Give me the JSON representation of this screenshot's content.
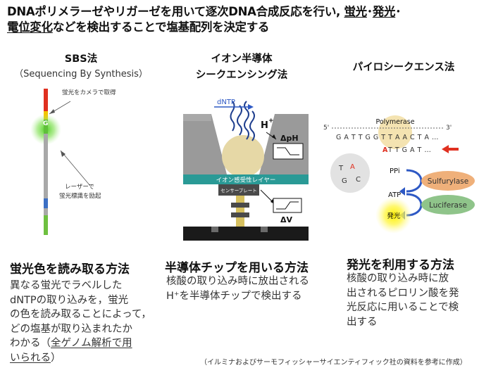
{
  "title": {
    "part1": "DNAポリメラーゼやリガーゼを用いて逐次DNA合成反応を行い,",
    "kw1": "蛍光",
    "sep1": "･",
    "kw2": "発光",
    "sep2": "･",
    "kw3": "電位変化",
    "part2": "などを検出することで塩基配列を決定する"
  },
  "sbs": {
    "heading": "SBS法",
    "subheading": "（Sequencing By Synthesis）",
    "label_camera": "蛍光をカメラで取得",
    "label_g": "G",
    "label_laser1": "レーザーで",
    "label_laser2": "蛍光標識を励起",
    "section_title": "蛍光色を読み取る方法",
    "desc_lines": [
      "異なる蛍光でラベルした",
      "dNTPの取り込みを，蛍光",
      "の色を読み取ることによって，",
      "どの塩基が取り込まれたか",
      "わかる（"
    ],
    "desc_link": "全ゲノム解析で用",
    "desc_link2": "いられる",
    "desc_end": "）"
  },
  "ion": {
    "heading1": "イオン半導体",
    "heading2": "シークエンシング法",
    "label_dntp": "dNTP",
    "label_h": "H",
    "label_plus": "+",
    "label_dph": "ΔpH",
    "label_layer": "イオン感受性レイヤー",
    "label_sensor": "センサープレート",
    "label_dv": "ΔV",
    "section_title": "半導体チップを用いる方法",
    "desc_lines": [
      "核酸の取り込み時に放出される",
      "H⁺を半導体チップで検出する"
    ]
  },
  "pyro": {
    "heading": "パイロシークエンス法",
    "label_5": "5'",
    "label_3": "3'",
    "label_polymerase": "Polymerase",
    "seq_top": "G A T T G G T T A A C T A …",
    "seq_bottom_a": "A",
    "seq_bottom_rest": " T T G A T …",
    "bases": [
      "T",
      "A",
      "G",
      "C"
    ],
    "label_ppi": "PPi",
    "label_atp": "ATP",
    "label_light": "発光",
    "label_sulfurylase": "Sulfurylase",
    "label_luciferase": "Luciferase",
    "section_title": "発光を利用する方法",
    "desc_lines": [
      "核酸の取り込み時に放",
      "出されるピロリン酸を発",
      "光反応に用いることで検",
      "出する"
    ]
  },
  "footnote": "（イルミナおよびサーモフィッシャーサイエンティフィック社の資料を参考に作成）",
  "colors": {
    "red": "#e03020",
    "yellow": "#f2c500",
    "green": "#5fbf3a",
    "blue": "#3c6fc4",
    "teal": "#2a9a96",
    "tan": "#e6d8a6",
    "orange": "#efb07a",
    "lightgreen": "#8fc48a"
  }
}
